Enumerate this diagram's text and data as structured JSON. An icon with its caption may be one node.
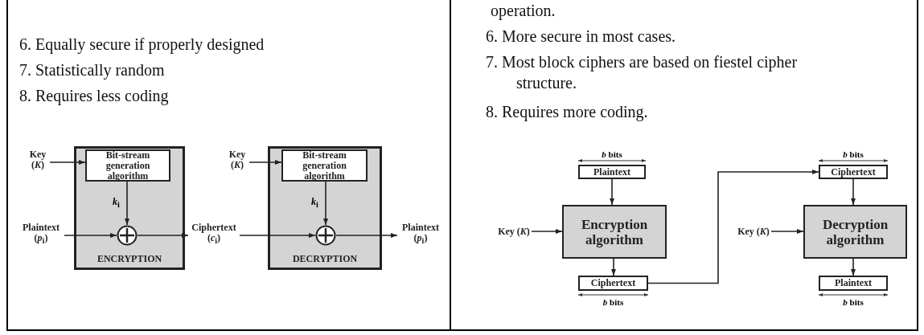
{
  "diagram": {
    "nodes": [
      {
        "text": [
          "ENCRYPTION"
        ]
      },
      {
        "text": [
          "Bit-stream generation algorithm"
        ],
        "in": 0
      },
      {
        "text": [],
        "shape": "circle",
        "in": 0
      },
      {
        "text": [
          "Key (*K*)"
        ]
      },
      {
        "text": [
          "Plaintext (*p*$_{i}$)"
        ]
      },
      {
        "text": [
          "Ciphertext (*c*$_{i}$)"
        ]
      },
      {
        "text": [
          "DECRYPTION"
        ]
      },
      {
        "text": [
          "Bit-stream generation algorithm"
        ],
        "in": 6
      },
      {
        "text": [],
        "shape": "circle",
        "in": 6
      },
      {
        "text": [
          "Key (*K*)"
        ]
      },
      {
        "text": [
          "Plaintext (*p*$_{i}$)"
        ]
      },
      {
        "text": [
          "Plaintext"
        ],
        "beside": [
          "*b* bits"
        ]
      },
      {
        "text": [
          "Encryption algorithm"
        ]
      },
      {
        "text": [
          "Key (*K*)"
        ]
      },
      {
        "text": [
          "Ciphertext"
        ],
        "beside": [
          "*b* bits"
        ]
      },
      {
        "text": [
          "Ciphertext"
        ],
        "beside": [
          "*b* bits"
        ]
      },
      {
        "text": [
          "Decryption algorithm"
        ]
      },
      {
        "text": [
          "Key (*K*)"
        ]
      },
      {
        "text": [
          "Plaintext"
        ],
        "beside": [
          "*b* bits"
        ]
      }
    ],
    "edges": [
      {
        "from": 3,
        "to": 1,
        "arrow": "to"
      },
      {
        "from": 1,
        "to": 2,
        "arrow": "to",
        "label": "*k*$_{i}$"
      },
      {
        "from": 4,
        "to": 2,
        "arrow": "to"
      },
      {
        "from": 2,
        "to": 5,
        "arrow": "to"
      },
      {
        "from": 5,
        "to": 8,
        "arrow": "to"
      },
      {
        "from": 9,
        "to": 7,
        "arrow": "to"
      },
      {
        "from": 7,
        "to": 8,
        "arrow": "to",
        "label": "*k*$_{i}$"
      },
      {
        "from": 8,
        "to": 10,
        "arrow": "to"
      },
      {
        "from": 11,
        "to": 12,
        "arrow": "to"
      },
      {
        "from": 13,
        "to": 12,
        "arrow": "to"
      },
      {
        "from": 12,
        "to": 14,
        "arrow": "to"
      },
      {
        "from": 14,
        "to": 15,
        "arrow": "to"
      },
      {
        "from": 15,
        "to": 16,
        "arrow": "to"
      },
      {
        "from": 17,
        "to": 16,
        "arrow": "to"
      },
      {
        "from": 16,
        "to": 18,
        "arrow": "to"
      }
    ],
    "labels": [
      "6. Equally secure if properly designed",
      "7. Statistically random",
      "8. Requires less coding",
      "operation.",
      "6. More secure in most cases.",
      "7. Most block ciphers are based on fiestel cipher structure.",
      "8. Requires more coding."
    ]
  }
}
